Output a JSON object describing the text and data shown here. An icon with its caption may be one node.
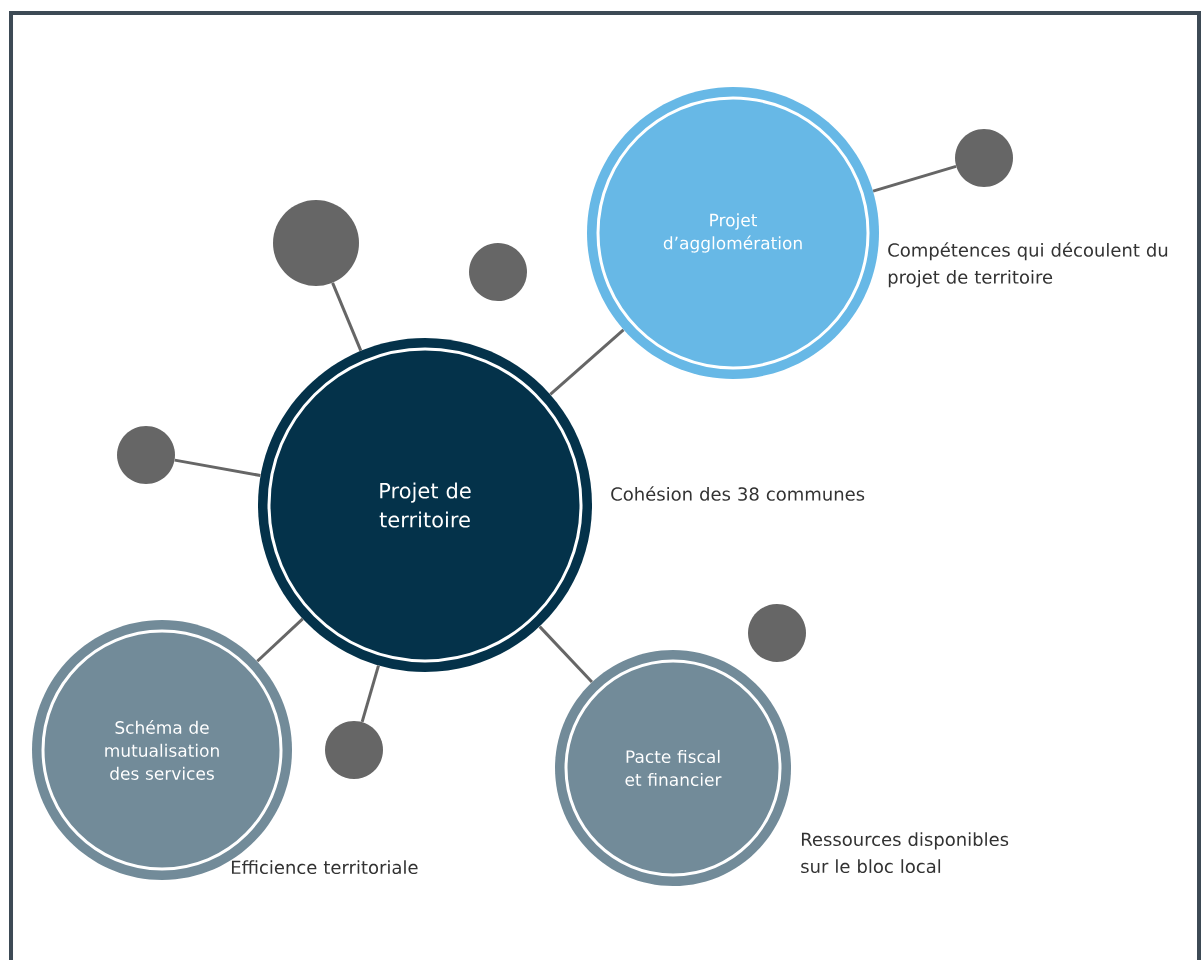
{
  "diagram": {
    "nodes": [
      {
        "text": [
          "Projet de territoire"
        ],
        "beside": [
          "Cohésion des 38 communes"
        ]
      },
      {
        "text": [
          "Projet d’agglomération"
        ],
        "beside": [
          "Compétences qui découlent du projet de territoire"
        ]
      },
      {
        "text": [
          "Schéma de mutualisation des services"
        ],
        "beside": [
          "Efficience territoriale"
        ]
      },
      {
        "text": [
          "Pacte fiscal et financier"
        ],
        "beside": [
          "Ressources disponibles sur le bloc local"
        ]
      },
      {
        "text": [],
        "shape": "circle"
      },
      {
        "text": [],
        "shape": "circle"
      },
      {
        "text": [],
        "shape": "circle"
      },
      {
        "text": [],
        "shape": "circle"
      },
      {
        "text": [],
        "shape": "circle"
      },
      {
        "text": [],
        "shape": "circle"
      }
    ],
    "edges": [
      {
        "from": 0,
        "to": 1,
        "arrow": "none"
      },
      {
        "from": 0,
        "to": 2,
        "arrow": "none"
      },
      {
        "from": 0,
        "to": 3,
        "arrow": "none"
      },
      {
        "from": 0,
        "to": 4,
        "arrow": "none"
      },
      {
        "from": 0,
        "to": 5,
        "arrow": "none"
      },
      {
        "from": 0,
        "to": 6,
        "arrow": "none"
      },
      {
        "from": 1,
        "to": 9,
        "arrow": "none"
      }
    ]
  }
}
